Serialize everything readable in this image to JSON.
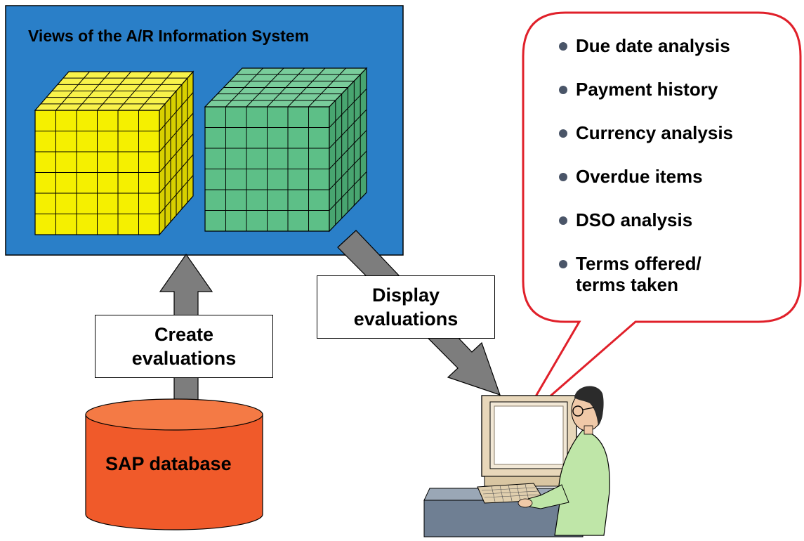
{
  "panel": {
    "title": "Views of the A/R Information System"
  },
  "callout": {
    "items": [
      {
        "label": "Due date analysis"
      },
      {
        "label": "Payment history"
      },
      {
        "label": "Currency analysis"
      },
      {
        "label": "Overdue items"
      },
      {
        "label": "DSO analysis"
      },
      {
        "label_line1": "Terms offered/",
        "label_line2": "terms taken"
      }
    ]
  },
  "create_box": {
    "line1": "Create",
    "line2": "evaluations"
  },
  "display_box": {
    "line1": "Display",
    "line2": "evaluations"
  },
  "database": {
    "label": "SAP database"
  },
  "colors": {
    "panel_blue": "#2a7fc8",
    "cube_yellow": "#f5f000",
    "cube_green": "#5dbf87",
    "db_orange": "#f05a2a",
    "callout_red": "#e0202a",
    "arrow_gray": "#7d7d7d"
  },
  "icons": [
    "cube-icon",
    "database-icon",
    "user-at-computer-icon",
    "bullet-icon"
  ]
}
